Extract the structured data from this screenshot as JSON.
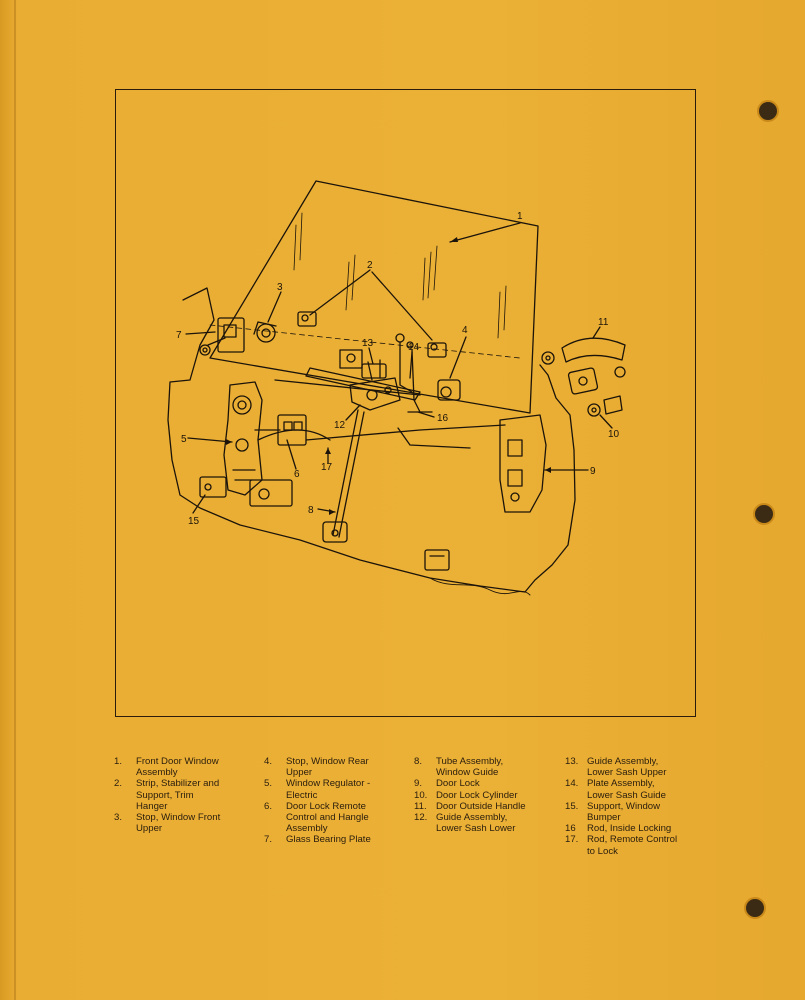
{
  "callouts": [
    "1",
    "2",
    "3",
    "4",
    "5",
    "6",
    "7",
    "8",
    "9",
    "10",
    "11",
    "12",
    "13",
    "14",
    "15",
    "16",
    "17"
  ],
  "legend": {
    "columns": [
      [
        {
          "num": "1.",
          "lines": [
            "Front Door Window",
            "Assembly"
          ]
        },
        {
          "num": "2.",
          "lines": [
            "Strip, Stabilizer and",
            "Support, Trim",
            "Hanger"
          ]
        },
        {
          "num": "3.",
          "lines": [
            "Stop, Window Front",
            "Upper"
          ]
        }
      ],
      [
        {
          "num": "4.",
          "lines": [
            "Stop, Window Rear",
            "Upper"
          ]
        },
        {
          "num": "5.",
          "lines": [
            "Window Regulator -",
            "Electric"
          ]
        },
        {
          "num": "6.",
          "lines": [
            "Door Lock Remote",
            "Control and Hangle",
            "Assembly"
          ]
        },
        {
          "num": "7.",
          "lines": [
            "Glass Bearing Plate"
          ]
        }
      ],
      [
        {
          "num": "8.",
          "lines": [
            "Tube Assembly,",
            "Window Guide"
          ]
        },
        {
          "num": "9.",
          "lines": [
            "Door Lock"
          ]
        },
        {
          "num": "10.",
          "lines": [
            "Door Lock Cylinder"
          ]
        },
        {
          "num": "11.",
          "lines": [
            "Door Outside Handle"
          ]
        },
        {
          "num": "12.",
          "lines": [
            "Guide Assembly,",
            "Lower Sash Lower"
          ]
        }
      ],
      [
        {
          "num": "13.",
          "lines": [
            "Guide Assembly,",
            "Lower Sash Upper"
          ]
        },
        {
          "num": "14.",
          "lines": [
            "Plate Assembly,",
            "Lower Sash Guide"
          ]
        },
        {
          "num": "15.",
          "lines": [
            "Support, Window",
            "Bumper"
          ]
        },
        {
          "num": "16",
          "lines": [
            "Rod, Inside Locking"
          ]
        },
        {
          "num": "17.",
          "lines": [
            "Rod, Remote Control",
            "to Lock"
          ]
        }
      ]
    ]
  }
}
